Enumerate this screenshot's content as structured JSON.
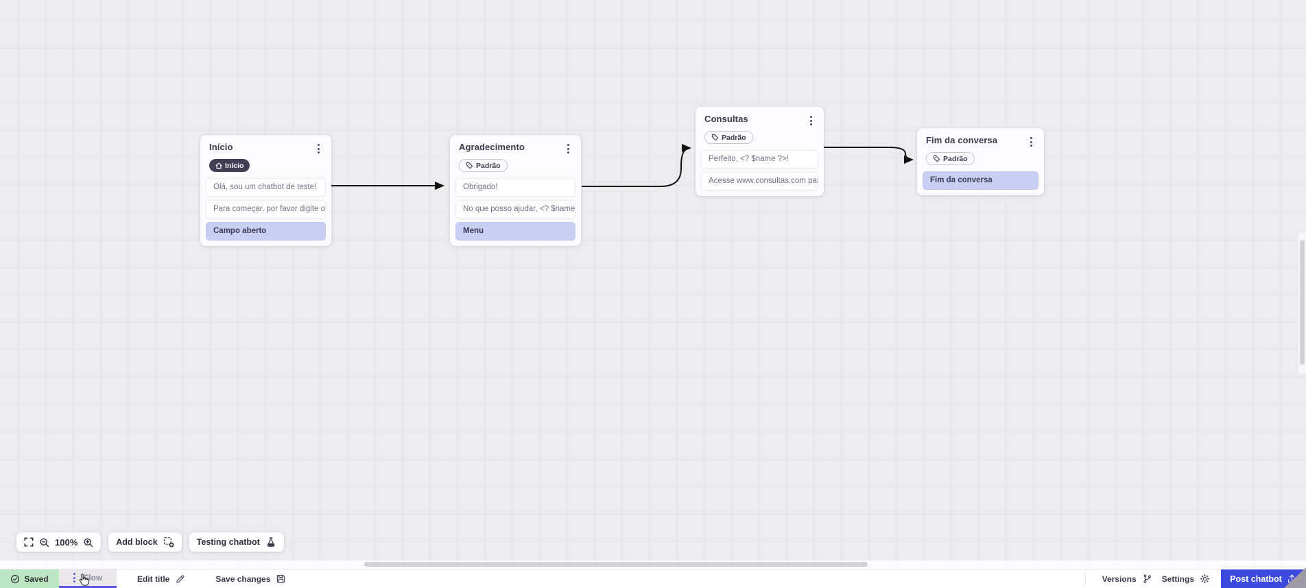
{
  "canvas": {
    "zoom_level": "100%",
    "nodes": [
      {
        "title": "Início",
        "badge": {
          "label": "Início",
          "style": "dark"
        },
        "rows": [
          {
            "type": "message",
            "text": "Olá, sou um chatbot de teste!"
          },
          {
            "type": "message",
            "text": "Para começar, por favor digite o ..."
          },
          {
            "type": "input",
            "text": "Campo aberto"
          }
        ]
      },
      {
        "title": "Agradecimento",
        "badge": {
          "label": "Padrão",
          "style": "outline"
        },
        "rows": [
          {
            "type": "message",
            "text": "Obrigado!"
          },
          {
            "type": "message",
            "text": "No que posso ajudar, <? $name ..."
          },
          {
            "type": "input",
            "text": "Menu"
          }
        ]
      },
      {
        "title": "Consultas",
        "badge": {
          "label": "Padrão",
          "style": "outline"
        },
        "rows": [
          {
            "type": "message",
            "text": "Perfeito, <? $name ?>!"
          },
          {
            "type": "message",
            "text": "Acesse www.consultas.com par..."
          }
        ]
      },
      {
        "title": "Fim da conversa",
        "badge": {
          "label": "Padrão",
          "style": "outline"
        },
        "rows": [
          {
            "type": "input",
            "text": "Fim da conversa"
          }
        ]
      }
    ]
  },
  "toolbar": {
    "zoom_level": "100%",
    "add_block": "Add block",
    "testing_chatbot": "Testing chatbot"
  },
  "footer": {
    "saved": "Saved",
    "flow_tab": "Flow",
    "edit_title": "Edit title",
    "save_changes": "Save changes",
    "versions": "Versions",
    "settings": "Settings",
    "post_chatbot": "Post chatbot"
  },
  "colors": {
    "accent_indigo": "#5956E1",
    "post_button_blue": "#3B49DE",
    "saved_green_bg": "#BCE6C0",
    "input_row_lavender": "#C9CEF3",
    "dark_badge": "#403E54",
    "arrow": "#121212",
    "canvas_bg": "#ECEBEE"
  }
}
